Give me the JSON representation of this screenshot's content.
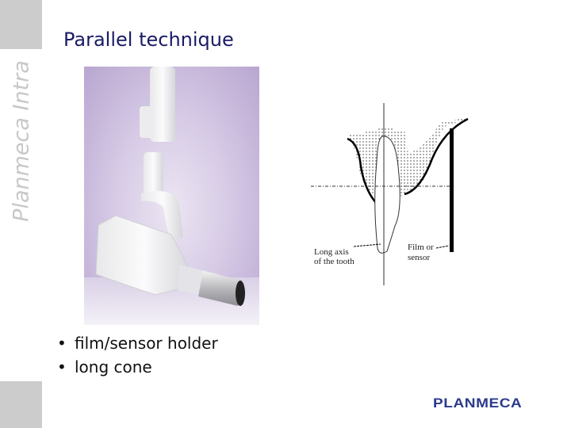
{
  "slide": {
    "title": "Parallel technique",
    "side_label": "Planmeca Intra",
    "bullets": [
      {
        "text": "film/sensor holder"
      },
      {
        "text": "long cone"
      }
    ],
    "logo": "PLANMECA"
  },
  "photo": {
    "subject": "Planmeca Intra dental x-ray unit with long cone"
  },
  "diagram": {
    "labels": {
      "long_axis_line1": "Long axis",
      "long_axis_line2": "of the tooth",
      "film_line1": "Film or",
      "film_line2": "sensor"
    }
  },
  "colors": {
    "title": "#1a1a66",
    "logo": "#2b3a8c",
    "side_block": "#cccccc",
    "side_text": "#c8c8c8"
  }
}
